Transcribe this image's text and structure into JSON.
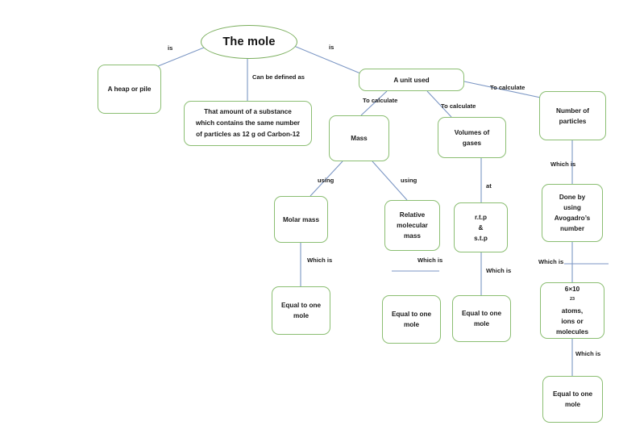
{
  "diagram": {
    "title": "The mole",
    "colors": {
      "node_border": "#8bbe72",
      "connector": "#7b96c4",
      "text": "#1a1a1a",
      "background": "#ffffff"
    },
    "root": {
      "label": "The mole"
    },
    "nodes": {
      "heap": {
        "label": "A heap or pile"
      },
      "definition": {
        "line1": "That amount of a substance",
        "line2": "which contains the same number",
        "line3": "of particles as 12 g od Carbon-12"
      },
      "unit_used": {
        "label": "A unit used"
      },
      "mass": {
        "label": "Mass"
      },
      "volumes_of_gases": {
        "line1": "Volumes of",
        "line2": "gases"
      },
      "number_of_particles": {
        "line1": "Number of",
        "line2": "particles"
      },
      "molar_mass": {
        "label": "Molar mass"
      },
      "relative_molecular_mass": {
        "line1": "Relative",
        "line2": "molecular",
        "line3": "mass"
      },
      "rtp_stp": {
        "line1": "r.t.p",
        "line2": "&",
        "line3": "s.t.p"
      },
      "avogadro": {
        "line1": "Done by",
        "line2": "using",
        "line3": "Avogadro’s",
        "line4": "number"
      },
      "avogadro_value": {
        "coefficient": "6×10",
        "exponent": "23",
        "unit": " atoms,",
        "line2": "ions or",
        "line3": "molecules"
      },
      "equal_mole_1": {
        "line1": "Equal to one",
        "line2": "mole"
      },
      "equal_mole_2": {
        "line1": "Equal to one",
        "line2": "mole"
      },
      "equal_mole_3": {
        "line1": "Equal to one",
        "line2": "mole"
      },
      "equal_mole_4": {
        "line1": "Equal to one",
        "line2": "mole"
      }
    },
    "edge_labels": {
      "is_left": "is",
      "is_right": "is",
      "can_be_defined_as": "Can be defined as",
      "to_calculate_mass": "To calculate",
      "to_calculate_gases": "To calculate",
      "to_calculate_particles": "To calculate",
      "using_molar": "using",
      "using_relative": "using",
      "at_rtp": "at",
      "which_is_molar": "Which is",
      "which_is_relative": "Which is",
      "which_is_rtp": "Which is",
      "which_is_particles": "Which is",
      "which_is_avogadro": "Which is",
      "which_is_value": "Which is"
    }
  }
}
